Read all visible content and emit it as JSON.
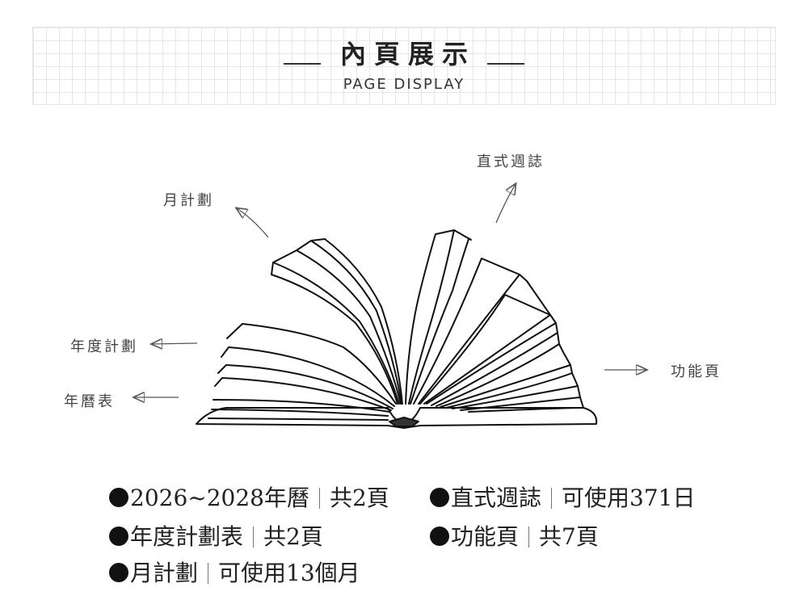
{
  "header": {
    "title": "內頁展示",
    "subtitle": "PAGE DISPLAY"
  },
  "labels": {
    "weekly": "直式週誌",
    "monthly": "月計劃",
    "yearly_plan": "年度計劃",
    "calendar": "年曆表",
    "function": "功能頁"
  },
  "features": [
    {
      "name": "2026~2028年曆",
      "detail": "共2頁"
    },
    {
      "name": "年度計劃表",
      "detail": "共2頁"
    },
    {
      "name": "月計劃",
      "detail": "可使用13個月"
    },
    {
      "name": "直式週誌",
      "detail": "可使用371日"
    },
    {
      "name": "功能頁",
      "detail": "共7頁"
    }
  ]
}
